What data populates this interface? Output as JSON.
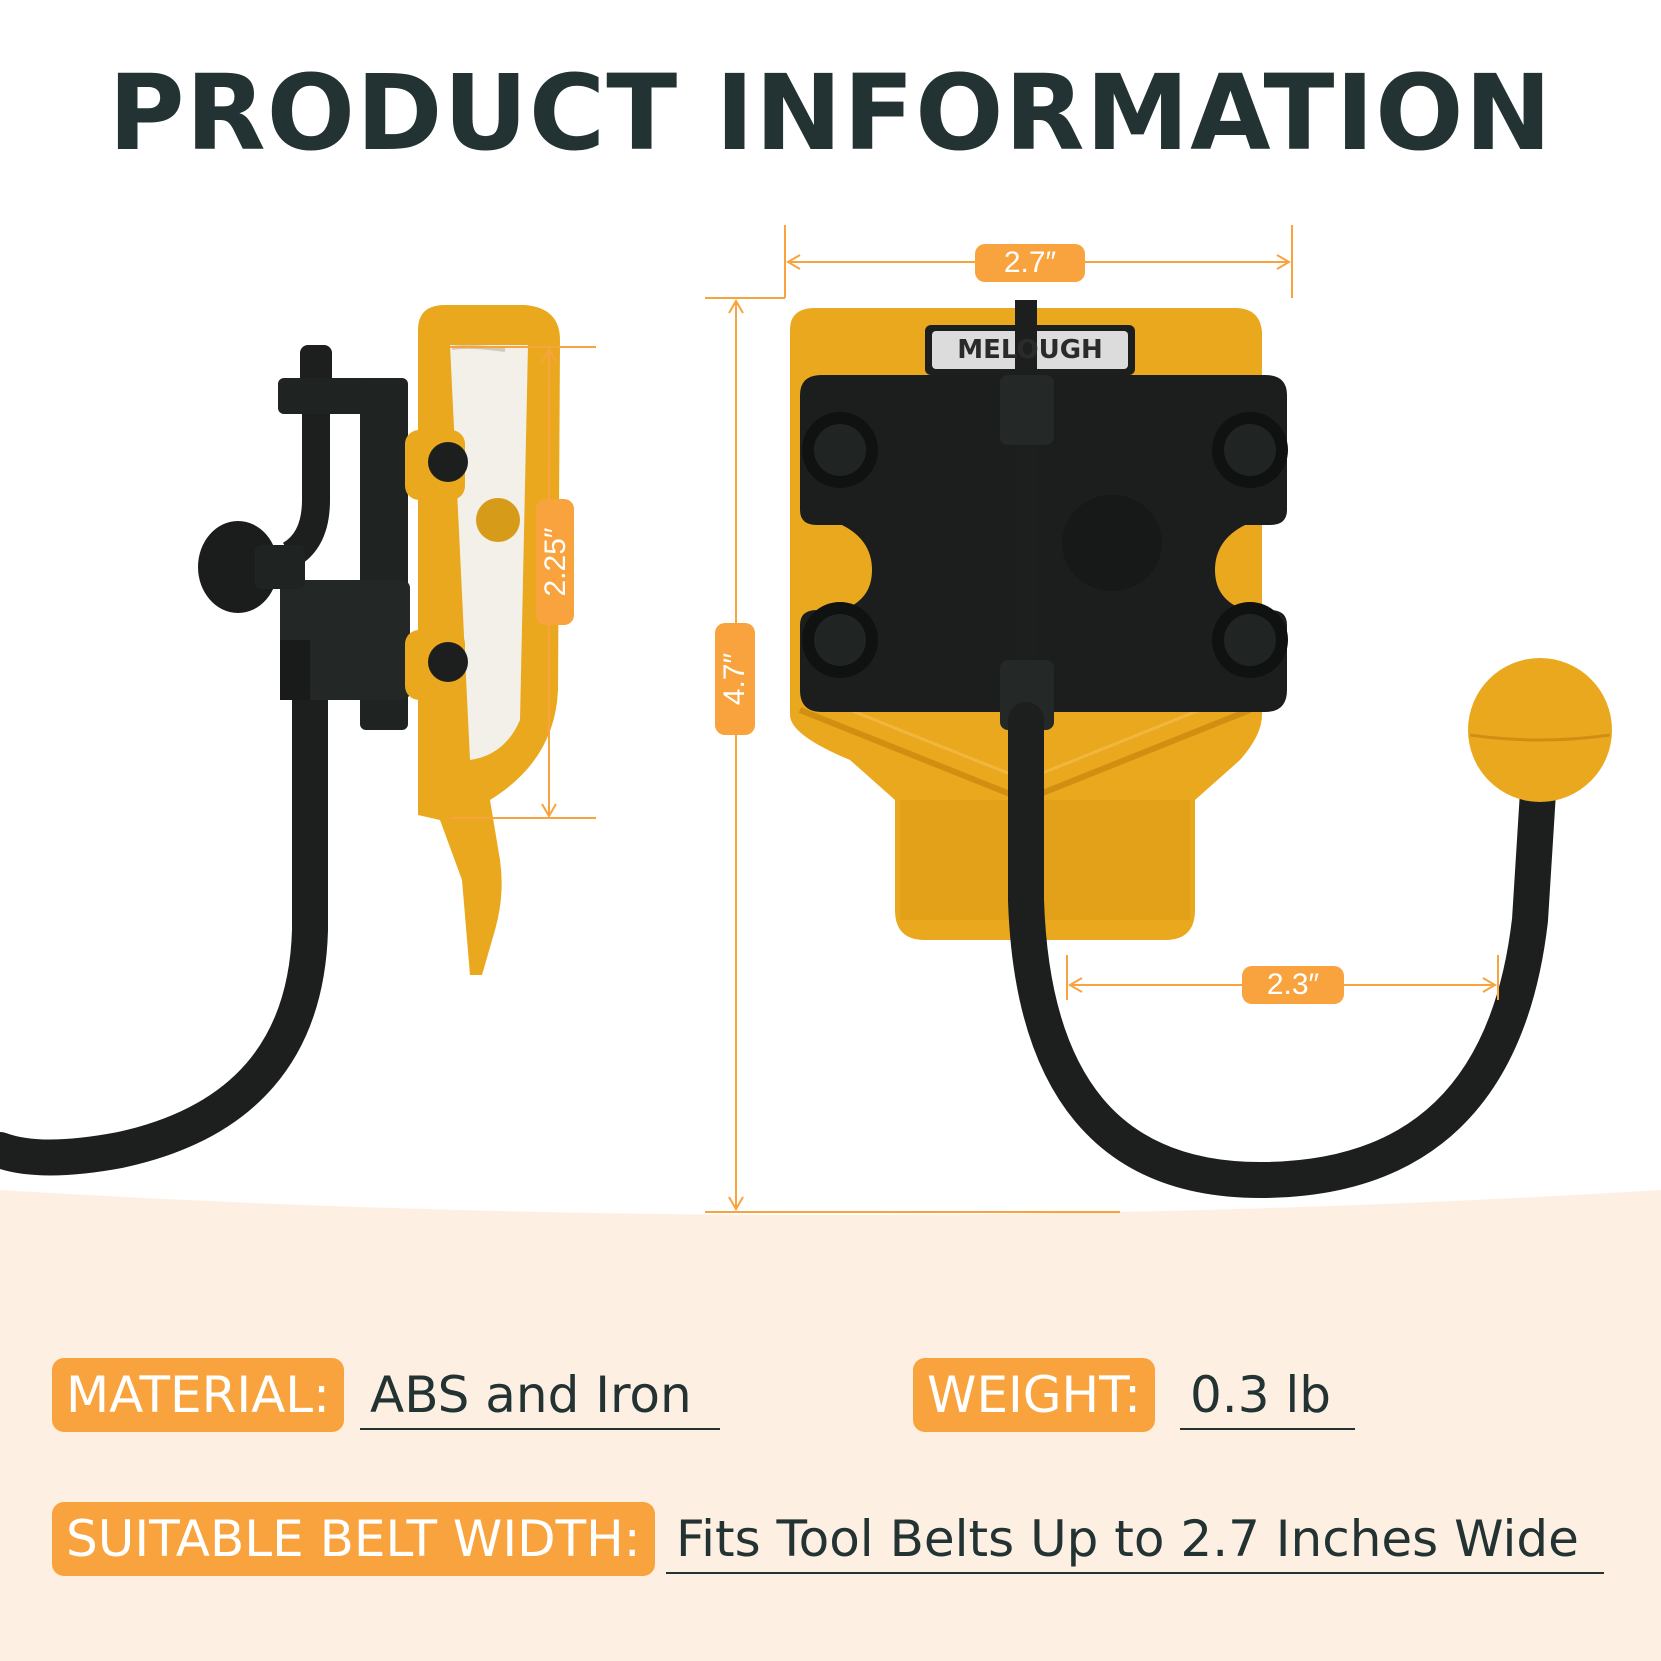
{
  "title": "PRODUCT INFORMATION",
  "brand": "MELOUGH",
  "dimensions": {
    "width": "2.7″",
    "height": "4.7″",
    "clip": "2.25″",
    "hook": "2.3″"
  },
  "specs": {
    "material_label": "MATERIAL:",
    "material_value": "ABS and Iron",
    "weight_label": "WEIGHT:",
    "weight_value": "0.3 lb",
    "belt_label": "SUITABLE BELT WIDTH:",
    "belt_value": "Fits Tool Belts Up to 2.7 Inches Wide"
  },
  "colors": {
    "accent": "#f9a33e",
    "text": "#233333",
    "product_yellow": "#e9a81e",
    "band": "#fdf0e2"
  }
}
